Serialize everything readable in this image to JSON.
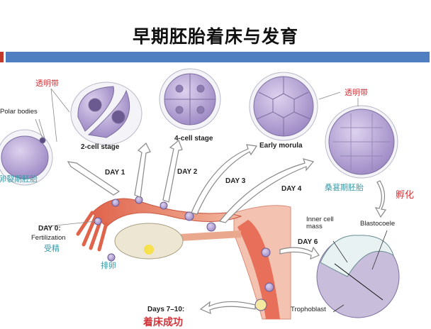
{
  "title": "早期胚胎着床与发育",
  "labels": {
    "zona_left": "透明带",
    "polar_bodies": "Polar bodies",
    "cleavage_embryo": "卵裂期胚胎",
    "two_cell": "2-cell stage",
    "four_cell": "4-cell stage",
    "early_morula": "Early morula",
    "zona_right": "透明带",
    "morula": "桑葚期胚胎",
    "hatching": "孵化",
    "day1": "DAY 1",
    "day2": "DAY 2",
    "day3": "DAY 3",
    "day4": "DAY 4",
    "day0": "DAY 0:",
    "fertilization": "Fertilization",
    "fertilization_cn": "受精",
    "ovulation_cn": "排卵",
    "day6": "DAY 6",
    "inner_cell_mass": "Inner cell mass",
    "blastocoele": "Blastocoele",
    "trophoblast": "Trophoblast",
    "days7_10": "Days 7–10:",
    "implantation_cn": "着床成功"
  },
  "colors": {
    "accent_blue": "#4f7fc0",
    "accent_red": "#c0392b",
    "cell": "#b8a6d6",
    "tissue": "#e07a5f"
  }
}
